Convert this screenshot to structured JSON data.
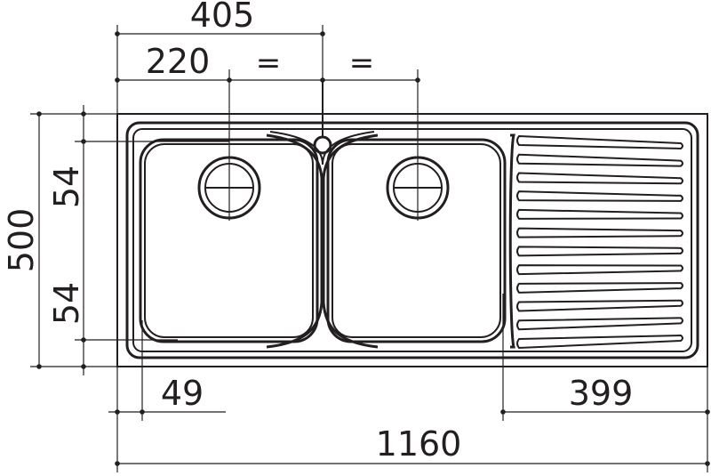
{
  "dimensions": {
    "d405": "405",
    "d220": "220",
    "equal_left": "=",
    "equal_right": "=",
    "d500": "500",
    "d54_top": "54",
    "d54_bottom": "54",
    "d49": "49",
    "d399": "399",
    "d1160": "1160"
  },
  "colors": {
    "line": "#231f20",
    "background": "#ffffff"
  }
}
